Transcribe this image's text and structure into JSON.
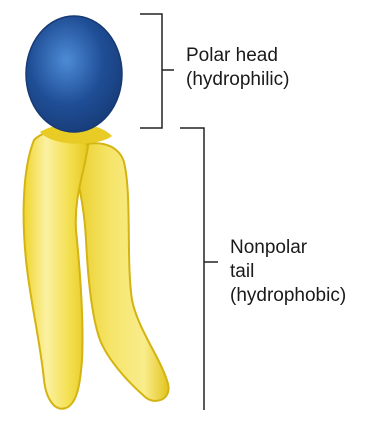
{
  "figure": {
    "head_label": {
      "line1": "Polar head",
      "line2": "(hydrophilic)"
    },
    "tail_label": {
      "line1": "Nonpolar",
      "line2": "tail",
      "line3": "(hydrophobic)"
    }
  },
  "colors": {
    "head": "#1f4e96",
    "head_highlight": "#3a78c4",
    "head_outline": "#163a74",
    "tail": "#f2dc3a",
    "tail_highlight": "#fbf1a2",
    "tail_outline": "#d4b412",
    "bracket": "#222222",
    "text": "#1a1a1a"
  }
}
